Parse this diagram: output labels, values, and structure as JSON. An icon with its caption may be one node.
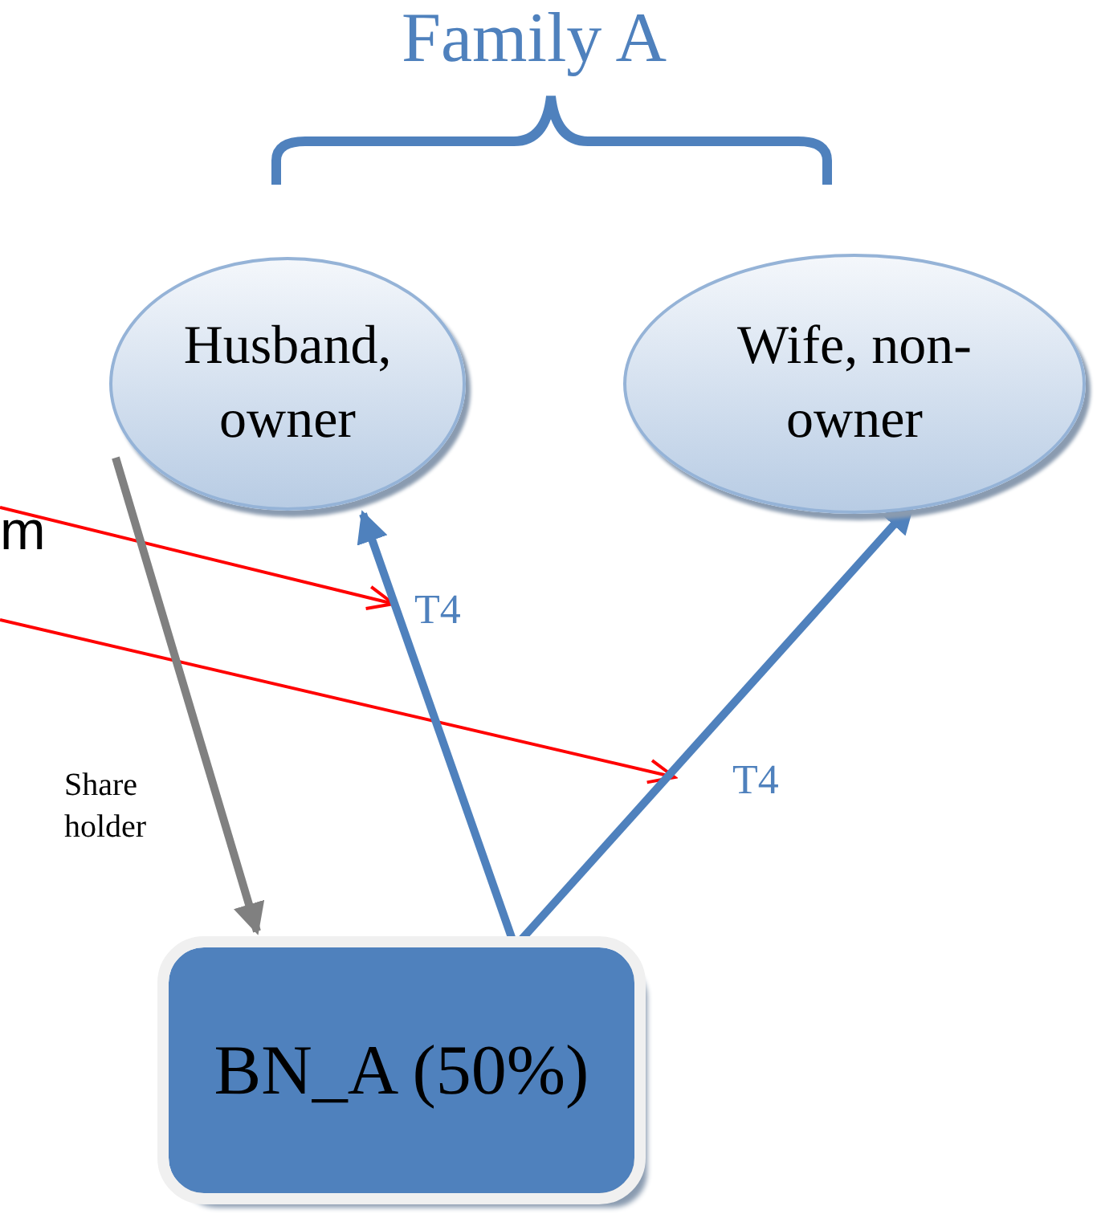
{
  "diagram": {
    "nodes": [
      {
        "text": [
          "Husband, owner"
        ]
      },
      {
        "text": [
          "Wife, non-owner"
        ]
      },
      {
        "text": [
          "BN_A (50%)"
        ]
      }
    ],
    "edges": [
      {
        "from": 2,
        "to": 0,
        "arrow": "to",
        "label": "T4"
      },
      {
        "from": 2,
        "to": 1,
        "arrow": "to",
        "label": "T4"
      },
      {
        "from": 0,
        "to": 2,
        "arrow": "to",
        "label": "Share holder",
        "color": "#808080"
      }
    ],
    "labels": [
      "Family A",
      "m"
    ]
  }
}
